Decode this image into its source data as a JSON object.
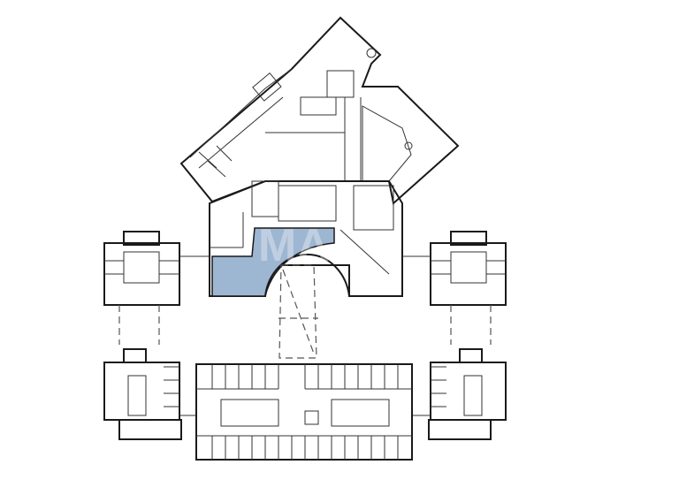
{
  "plan": {
    "type": "floor-plan",
    "watermark": "MA",
    "colors": {
      "walls": "#1a1a1a",
      "highlight": "#9db6d2",
      "background": "#ffffff"
    },
    "sections": [
      {
        "id": "north-wing",
        "description": "diamond-shaped upper building"
      },
      {
        "id": "central-core",
        "description": "core with atrium"
      },
      {
        "id": "highlighted-suite",
        "description": "blue-shaded available space"
      },
      {
        "id": "rotunda-court",
        "description": "semicircular courtyard with dashed outline"
      },
      {
        "id": "west-tower-upper"
      },
      {
        "id": "west-tower-lower"
      },
      {
        "id": "east-tower-upper"
      },
      {
        "id": "east-tower-lower"
      },
      {
        "id": "south-wing",
        "description": "long office block"
      }
    ]
  }
}
